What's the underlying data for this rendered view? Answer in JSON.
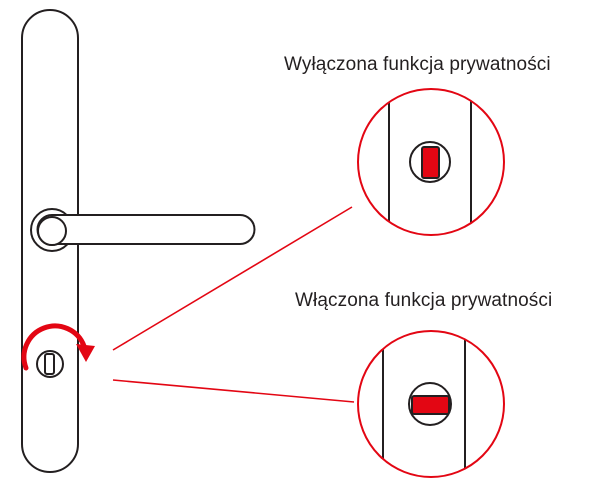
{
  "labels": {
    "privacy_off": "Wyłączona funkcja prywatności",
    "privacy_on": "Włączona funkcja prywatności"
  },
  "states": {
    "privacy_off": {
      "indicator_orientation": "vertical"
    },
    "privacy_on": {
      "indicator_orientation": "horizontal"
    }
  },
  "colors": {
    "accent": "#e30613",
    "outline": "#231f20",
    "background": "#ffffff"
  },
  "icons": {
    "rotation": "rotate-clockwise-arrow-icon",
    "thumb_turn": "thumb-turn-icon"
  }
}
